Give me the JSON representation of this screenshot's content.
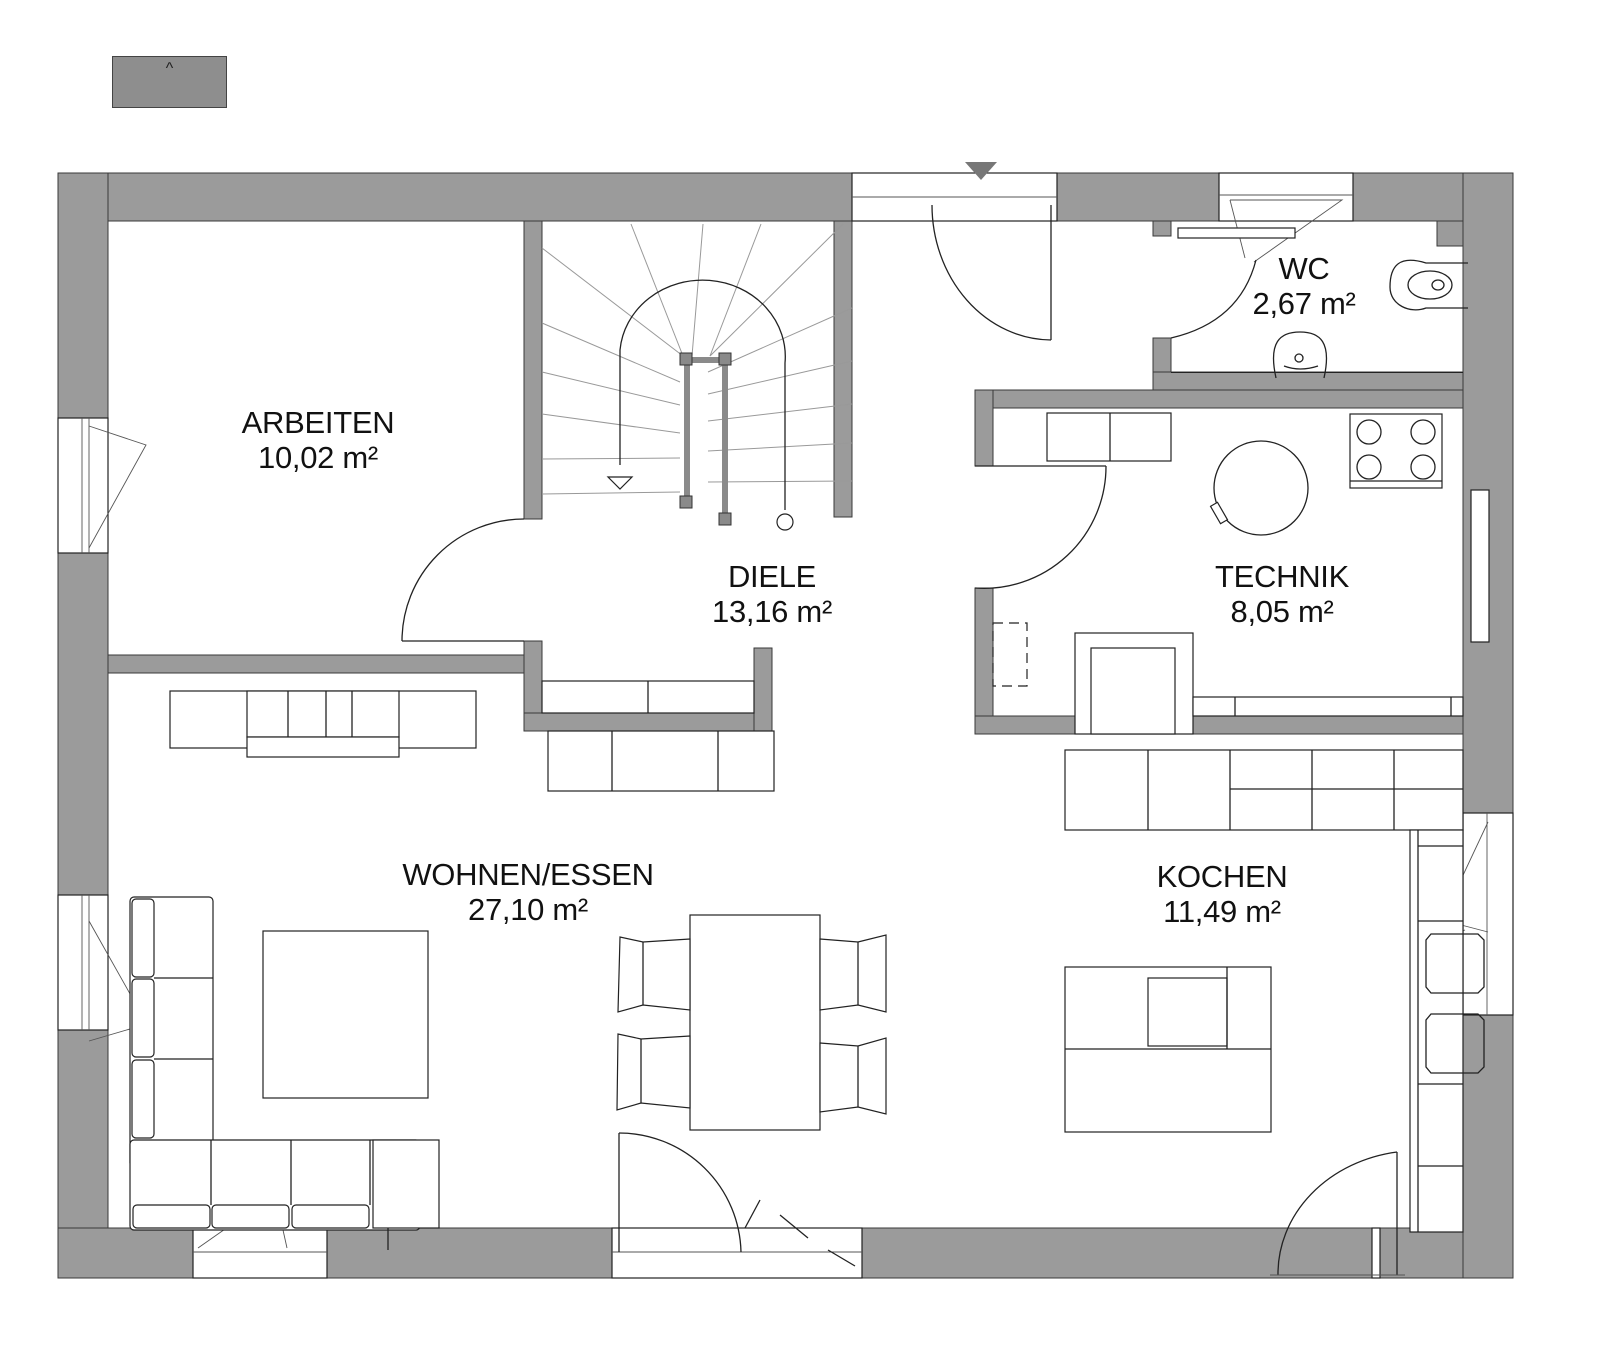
{
  "legend": {
    "symbol": "^",
    "fill_color": "#8e8e8e"
  },
  "plan": {
    "wall_color": "#9b9b9b",
    "entrance_marker": "entrance-triangle",
    "stair_direction": "down"
  },
  "rooms": [
    {
      "id": "arbeiten",
      "name": "ARBEITEN",
      "area": "10,02 m²"
    },
    {
      "id": "diele",
      "name": "DIELE",
      "area": "13,16 m²"
    },
    {
      "id": "wc",
      "name": "WC",
      "area": "2,67 m²"
    },
    {
      "id": "technik",
      "name": "TECHNIK",
      "area": "8,05 m²"
    },
    {
      "id": "wohnen",
      "name": "WOHNEN/ESSEN",
      "area": "27,10 m²"
    },
    {
      "id": "kochen",
      "name": "KOCHEN",
      "area": "11,49 m²"
    }
  ]
}
